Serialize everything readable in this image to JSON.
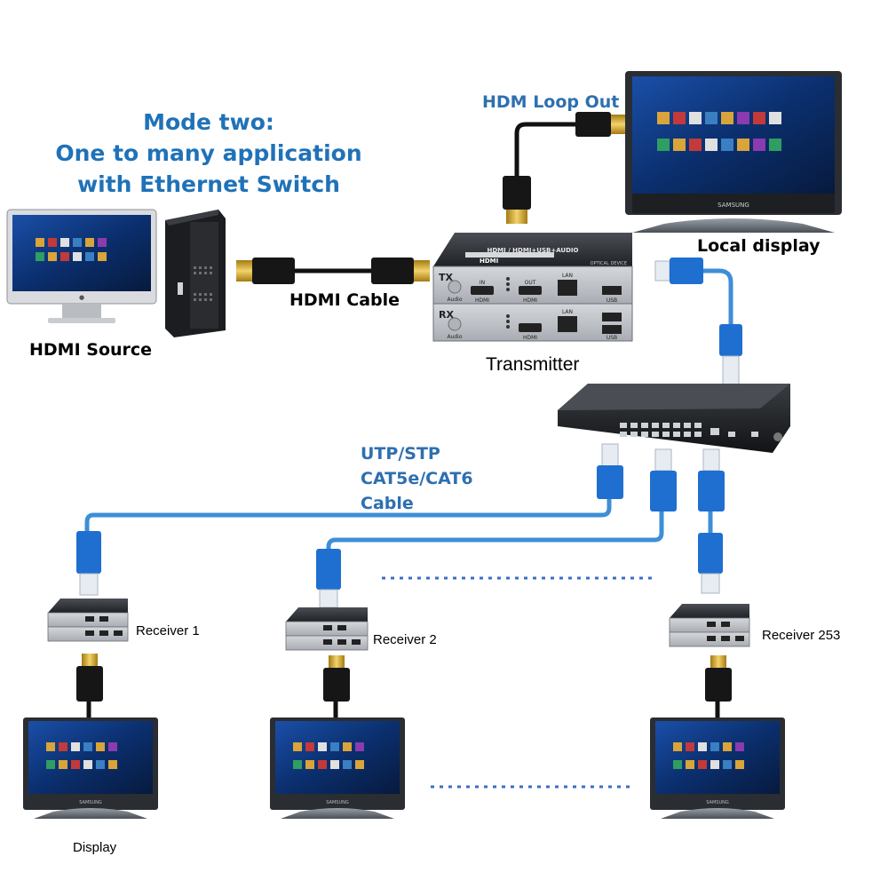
{
  "title": {
    "line1": "Mode two:",
    "line2": "One to many application",
    "line3": "with Ethernet Switch"
  },
  "labels": {
    "hdmi_source": "HDMI Source",
    "hdmi_cable": "HDMI Cable",
    "loop_out": "HDM Loop Out",
    "local_display": "Local display",
    "transmitter": "Transmitter",
    "cable_line1": "UTP/STP",
    "cable_line2": "CAT5e/CAT6",
    "cable_line3": "Cable",
    "receiver1": "Receiver 1",
    "receiver2": "Receiver 2",
    "receiver253": "Receiver 253",
    "display": "Display"
  },
  "device": {
    "top_label": "HDMI / HDMI+USB+AUDIO",
    "brand": "HDMI",
    "sub_label": "OPTICAL DEVICE",
    "tx": "TX",
    "rx": "RX",
    "audio": "Audio",
    "in": "IN",
    "out": "OUT",
    "hdmi": "HDMI",
    "lan": "LAN",
    "usb": "USB"
  },
  "monitor_brand": "SAMSUNG",
  "colors": {
    "title_blue": "#1f72b8",
    "label_blue": "#2e6fb0",
    "cable_blue": "#3d8fd6",
    "rj45_blue": "#1f6fd0"
  }
}
